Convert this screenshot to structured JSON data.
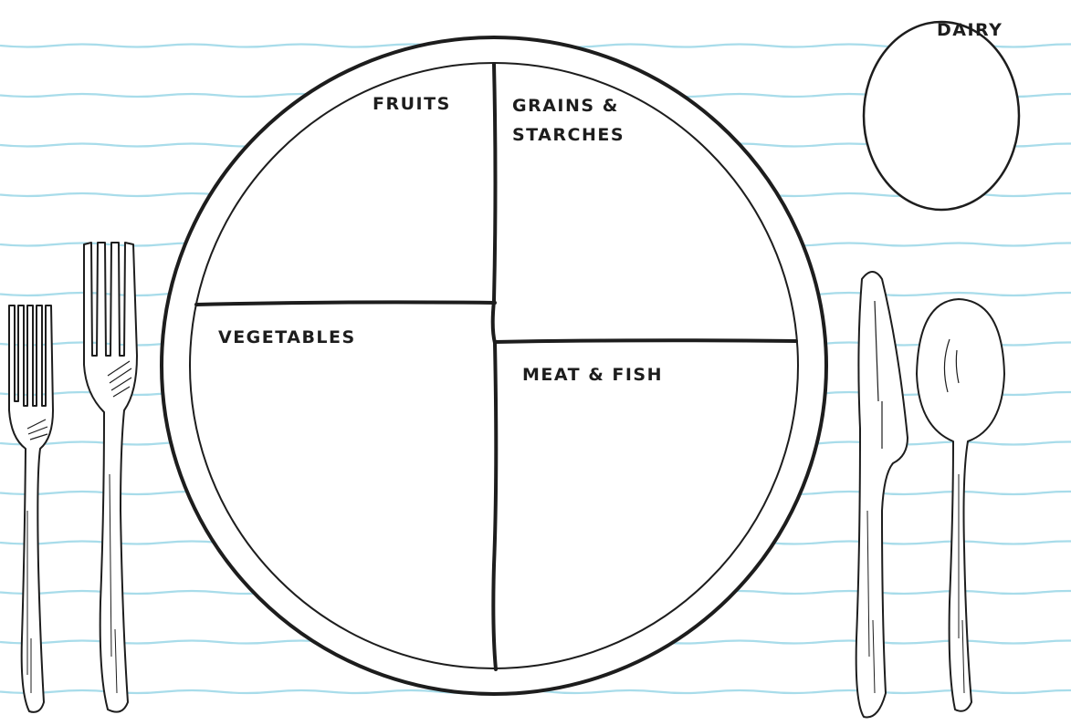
{
  "colors": {
    "paper_lines": "#a8dcea",
    "ink": "#1d1d1d",
    "background": "#ffffff"
  },
  "plate_sections": [
    {
      "key": "fruits",
      "label": "FRUITS"
    },
    {
      "key": "grains",
      "line1": "GRAINS &",
      "line2": "STARCHES"
    },
    {
      "key": "vegetables",
      "label": "VEGETABLES"
    },
    {
      "key": "meat",
      "label": "MEAT & FISH"
    }
  ],
  "dairy": {
    "label": "DAIRY"
  },
  "icons": [
    "small-fork-icon",
    "large-fork-icon",
    "knife-icon",
    "spoon-icon"
  ]
}
